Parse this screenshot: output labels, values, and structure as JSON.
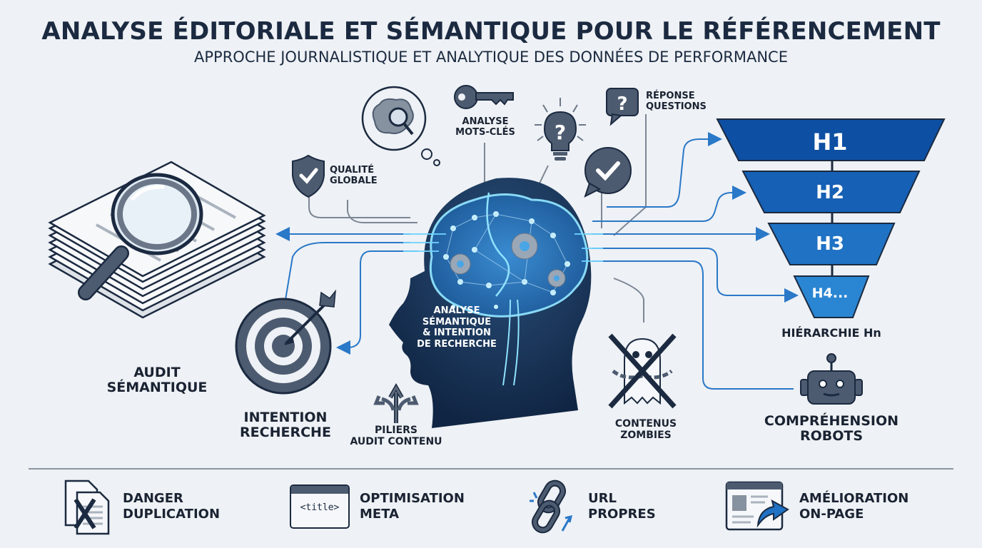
{
  "header": {
    "title": "ANALYSE ÉDITORIALE ET SÉMANTIQUE POUR LE RÉFÉRENCEMENT",
    "subtitle": "APPROCHE JOURNALISTIQUE ET ANALYTIQUE DES DONNÉES DE PERFORMANCE"
  },
  "center": {
    "head_text": [
      "ANALYSE",
      "SÉMANTIQUE",
      "& INTENTION",
      "DE RECHERCHE"
    ]
  },
  "nodes": {
    "audit_semantique": [
      "AUDIT",
      "SÉMANTIQUE"
    ],
    "intention_recherche": [
      "INTENTION",
      "RECHERCHE"
    ],
    "piliers": [
      "PILIERS",
      "AUDIT CONTENU"
    ],
    "qualite": [
      "QUALITÉ",
      "GLOBALE"
    ],
    "mots_cles": [
      "ANALYSE",
      "MOTS-CLÉS"
    ],
    "reponse": [
      "RÉPONSE",
      "QUESTIONS"
    ],
    "zombies": [
      "CONTENUS",
      "ZOMBIES"
    ],
    "hierarchie": "HIÉRARCHIE Hn",
    "robots": [
      "COMPRÉHENSION",
      "ROBOTS"
    ]
  },
  "funnel": {
    "levels": [
      "H1",
      "H2",
      "H3",
      "H4..."
    ],
    "colors": [
      "#0d4fa3",
      "#1660b5",
      "#1f72c4",
      "#2a86d3"
    ]
  },
  "bottom": [
    {
      "icon": "duplicate-doc-icon",
      "lines": [
        "DANGER",
        "DUPLICATION"
      ]
    },
    {
      "icon": "title-tag-icon",
      "tag": "<title>",
      "lines": [
        "OPTIMISATION",
        "META"
      ]
    },
    {
      "icon": "broken-link-icon",
      "lines": [
        "URL",
        "PROPRES"
      ]
    },
    {
      "icon": "page-improve-icon",
      "lines": [
        "AMÉLIORATION",
        "ON-PAGE"
      ]
    }
  ],
  "colors": {
    "background": "#eef1f5",
    "navy": "#1b2a40",
    "slate": "#4d5b70",
    "accent_blue": "#2a78c8",
    "glow": "#6fd3ff"
  }
}
